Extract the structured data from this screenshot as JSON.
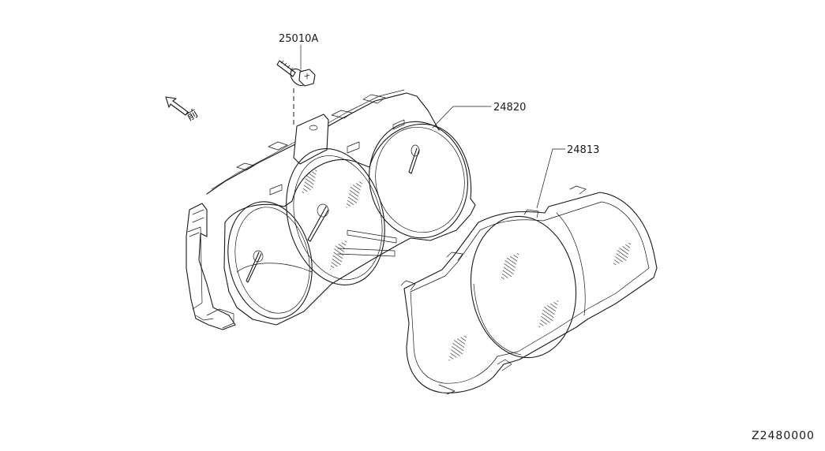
{
  "callouts": {
    "screw": "25010A",
    "meter_assembly": "24820",
    "cover_lens": "24813"
  },
  "front_mark": "前",
  "diagram_code": "Z2480000"
}
